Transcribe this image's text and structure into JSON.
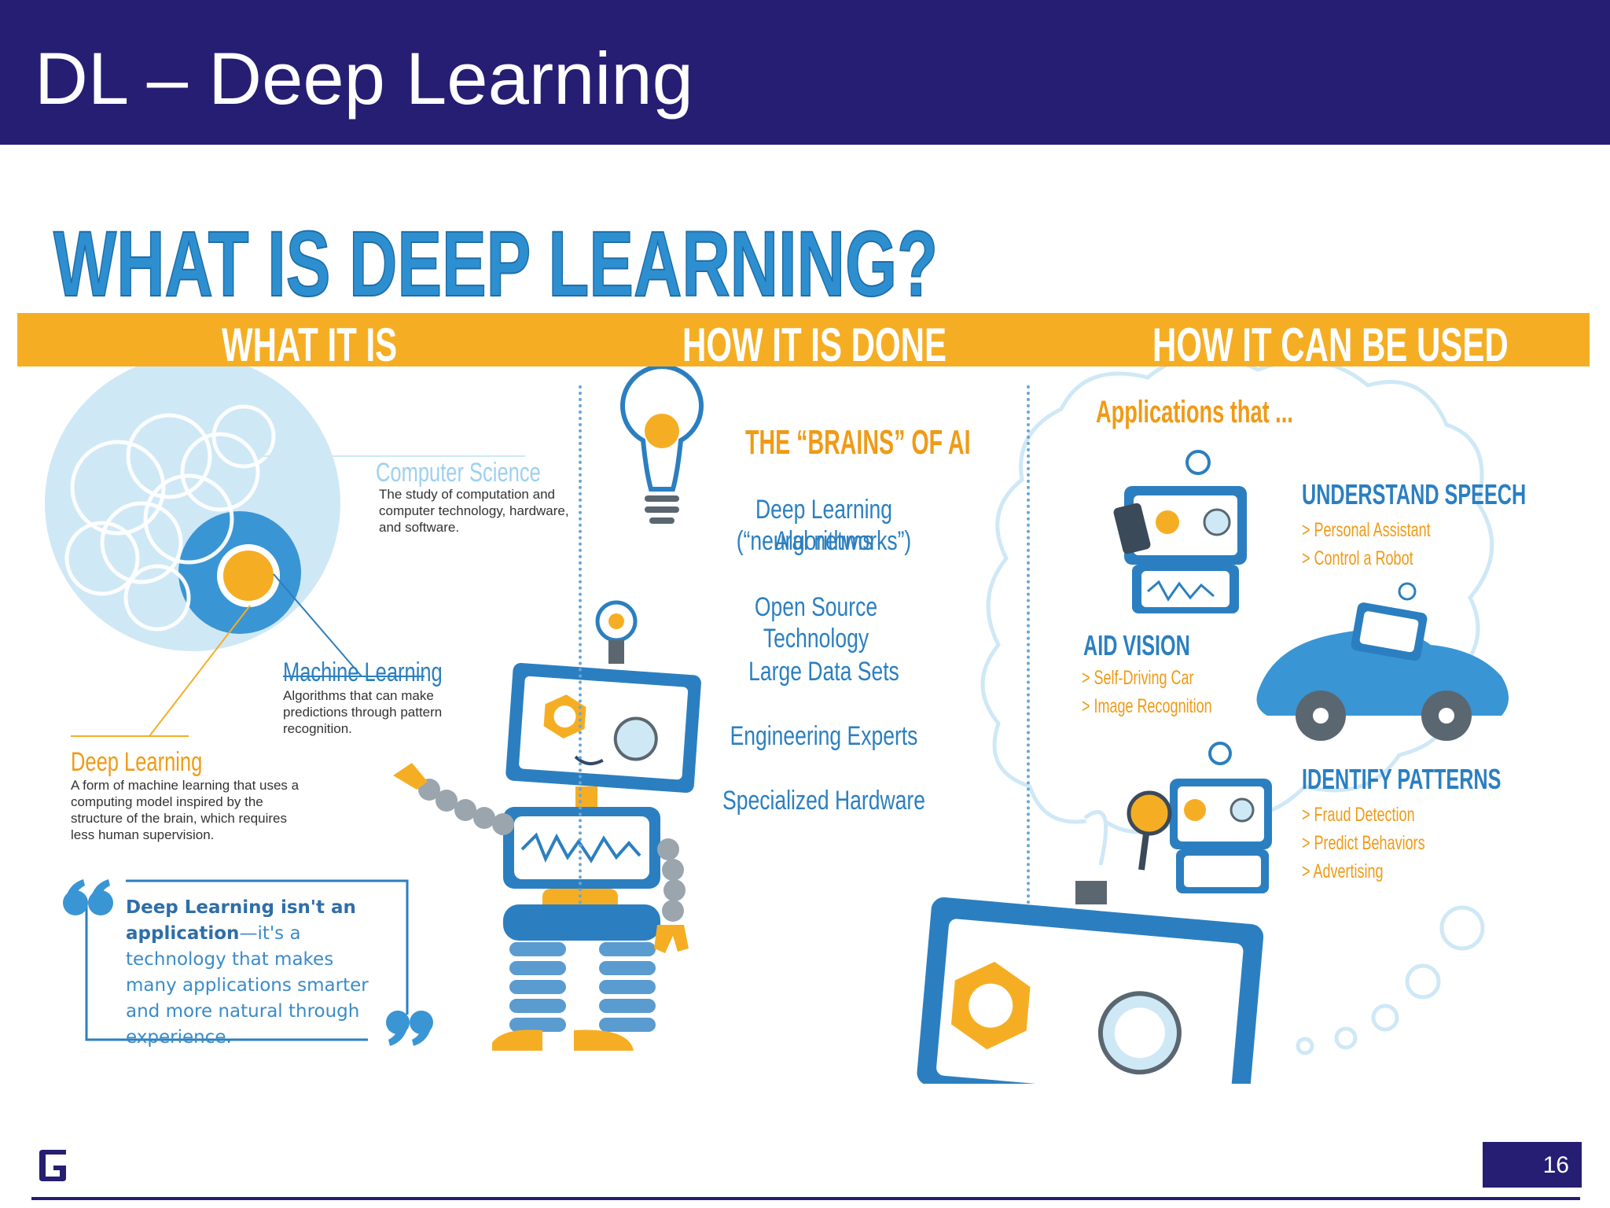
{
  "slide": {
    "title": "DL – Deep Learning",
    "page_number": "16"
  },
  "infographic": {
    "heading": "WHAT IS DEEP LEARNING?",
    "columns": [
      "WHAT IT IS",
      "HOW IT IS DONE",
      "HOW IT CAN BE USED"
    ],
    "what_it_is": {
      "computer_science": {
        "title": "Computer Science",
        "desc": "The study of computation and computer technology, hardware, and software."
      },
      "machine_learning": {
        "title": "Machine Learning",
        "desc": "Algorithms that can make predictions through pattern recognition."
      },
      "deep_learning": {
        "title": "Deep Learning",
        "desc": "A form of machine learning that uses a computing model inspired by the structure of the brain, which requires less human supervision."
      },
      "quote": {
        "bold": "Deep Learning isn't an application",
        "rest": "—it's a technology that makes many applications smarter and more natural through experience."
      }
    },
    "how_it_is_done": {
      "title": "THE “BRAINS” OF AI",
      "items": [
        "Deep Learning Algorithms",
        "(“neural networks”)",
        "Open Source Technology",
        "Large Data Sets",
        "Engineering Experts",
        "Specialized Hardware"
      ],
      "robot_screen_text": "MwwMwM"
    },
    "how_it_can_be_used": {
      "intro": "Applications that ...",
      "groups": [
        {
          "title": "UNDERSTAND SPEECH",
          "items": [
            "> Personal Assistant",
            "> Control a Robot"
          ]
        },
        {
          "title": "AID VISION",
          "items": [
            "> Self-Driving Car",
            "> Image Recognition"
          ]
        },
        {
          "title": "IDENTIFY PATTERNS",
          "items": [
            "> Fraud Detection",
            "> Predict Behaviors",
            "> Advertising"
          ]
        }
      ]
    }
  },
  "colors": {
    "navy": "#251e73",
    "blue": "#2b7fc0",
    "light_blue": "#cfe8f6",
    "orange": "#f5ae24"
  },
  "icons": [
    "quote-open-icon",
    "quote-close-icon",
    "lightbulb-icon",
    "robot-illustration",
    "car-illustration",
    "company-logo-icon"
  ]
}
